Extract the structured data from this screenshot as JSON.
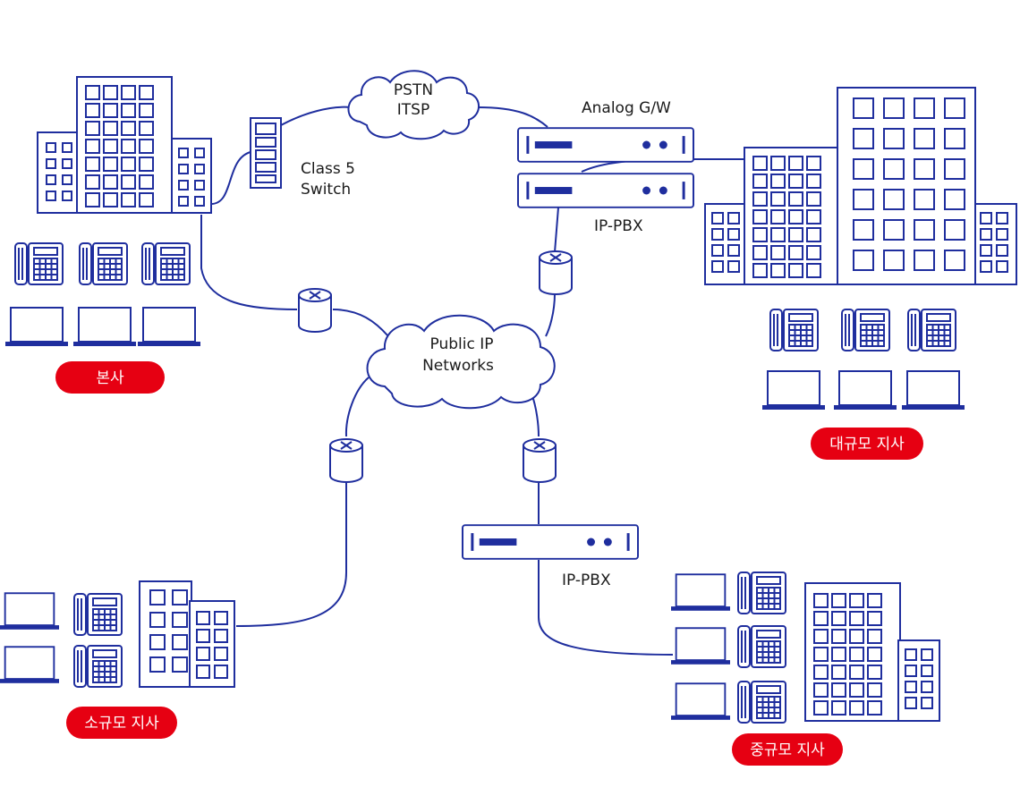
{
  "colors": {
    "line": "#1f2e9e",
    "accent": "#e60012",
    "text": "#1a1a1a",
    "background": "#ffffff"
  },
  "labels": {
    "pstn_line1": "PSTN",
    "pstn_line2": "ITSP",
    "class5_line1": "Class 5",
    "class5_line2": "Switch",
    "analog_gw": "Analog G/W",
    "ip_pbx_top": "IP-PBX",
    "public_ip_line1": "Public IP",
    "public_ip_line2": "Networks",
    "ip_pbx_bottom": "IP-PBX"
  },
  "sites": {
    "hq": "본사",
    "large": "대규모 지사",
    "small": "소규모 지사",
    "medium": "중규모 지사"
  },
  "icons": [
    "office-building-icon",
    "ip-phone-icon",
    "laptop-icon",
    "router-icon",
    "server-rack-icon",
    "cloud-icon",
    "pbx-appliance-icon"
  ]
}
